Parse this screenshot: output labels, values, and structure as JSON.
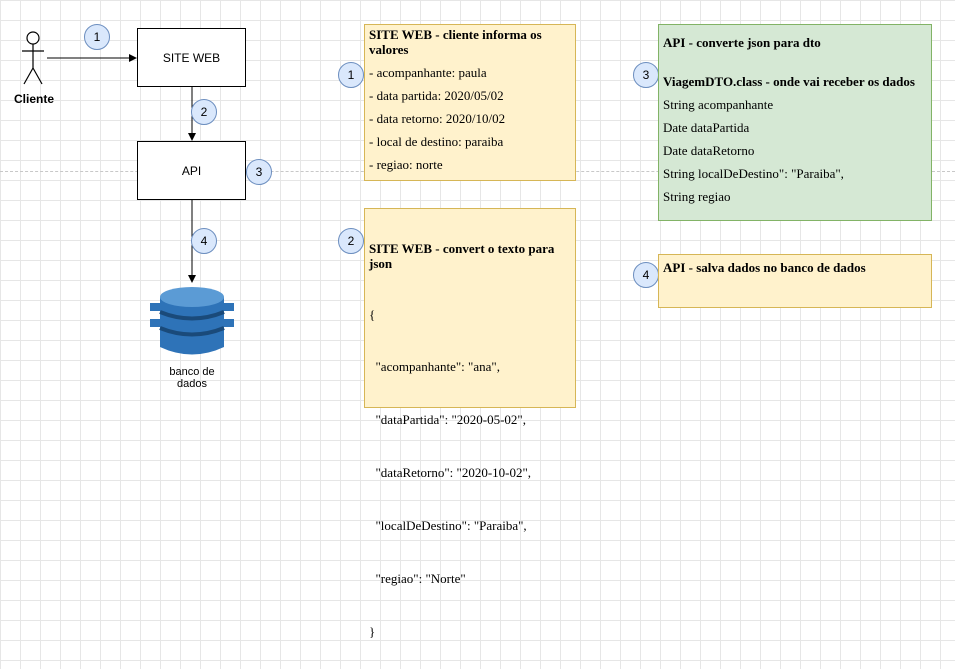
{
  "actor": {
    "label": "Cliente"
  },
  "boxes": {
    "site_web": "SITE WEB",
    "api": "API"
  },
  "database": {
    "label_line1": "banco de",
    "label_line2": "dados"
  },
  "badges": {
    "flow_1": "1",
    "flow_2": "2",
    "flow_3": "3",
    "flow_4": "4",
    "note_1": "1",
    "note_2": "2",
    "note_3": "3",
    "note_4": "4"
  },
  "notes": {
    "note1": {
      "title": "SITE WEB - cliente informa os valores",
      "lines": [
        "- acompanhante: paula",
        "- data partida: 2020/05/02",
        "- data retorno: 2020/10/02",
        "- local de destino: paraiba",
        "- regiao: norte"
      ]
    },
    "note2": {
      "title": "SITE WEB - convert o texto para json",
      "lines": [
        "{",
        "  \"acompanhante\": \"ana\",",
        "  \"dataPartida\": \"2020-05-02\",",
        "  \"dataRetorno\": \"2020-10-02\",",
        "  \"localDeDestino\": \"Paraiba\",",
        "  \"regiao\": \"Norte\"",
        "}"
      ]
    },
    "note3": {
      "title": "API - converte json para dto",
      "subtitle": "ViagemDTO.class - onde vai receber os dados",
      "lines": [
        "String acompanhante",
        "Date dataPartida",
        "Date dataRetorno",
        "String localDeDestino\": \"Paraiba\",",
        "String regiao"
      ]
    },
    "note4": {
      "title": "API - salva dados no banco de dados"
    }
  },
  "colors": {
    "note_yellow": "#fff2cc",
    "note_yellow_border": "#d6b656",
    "note_green": "#d5e8d4",
    "note_green_border": "#82b366",
    "badge_fill": "#dae8fc",
    "badge_border": "#6c8ebf",
    "database_blue": "#2e73b8",
    "database_dark": "#1a4a7a"
  }
}
